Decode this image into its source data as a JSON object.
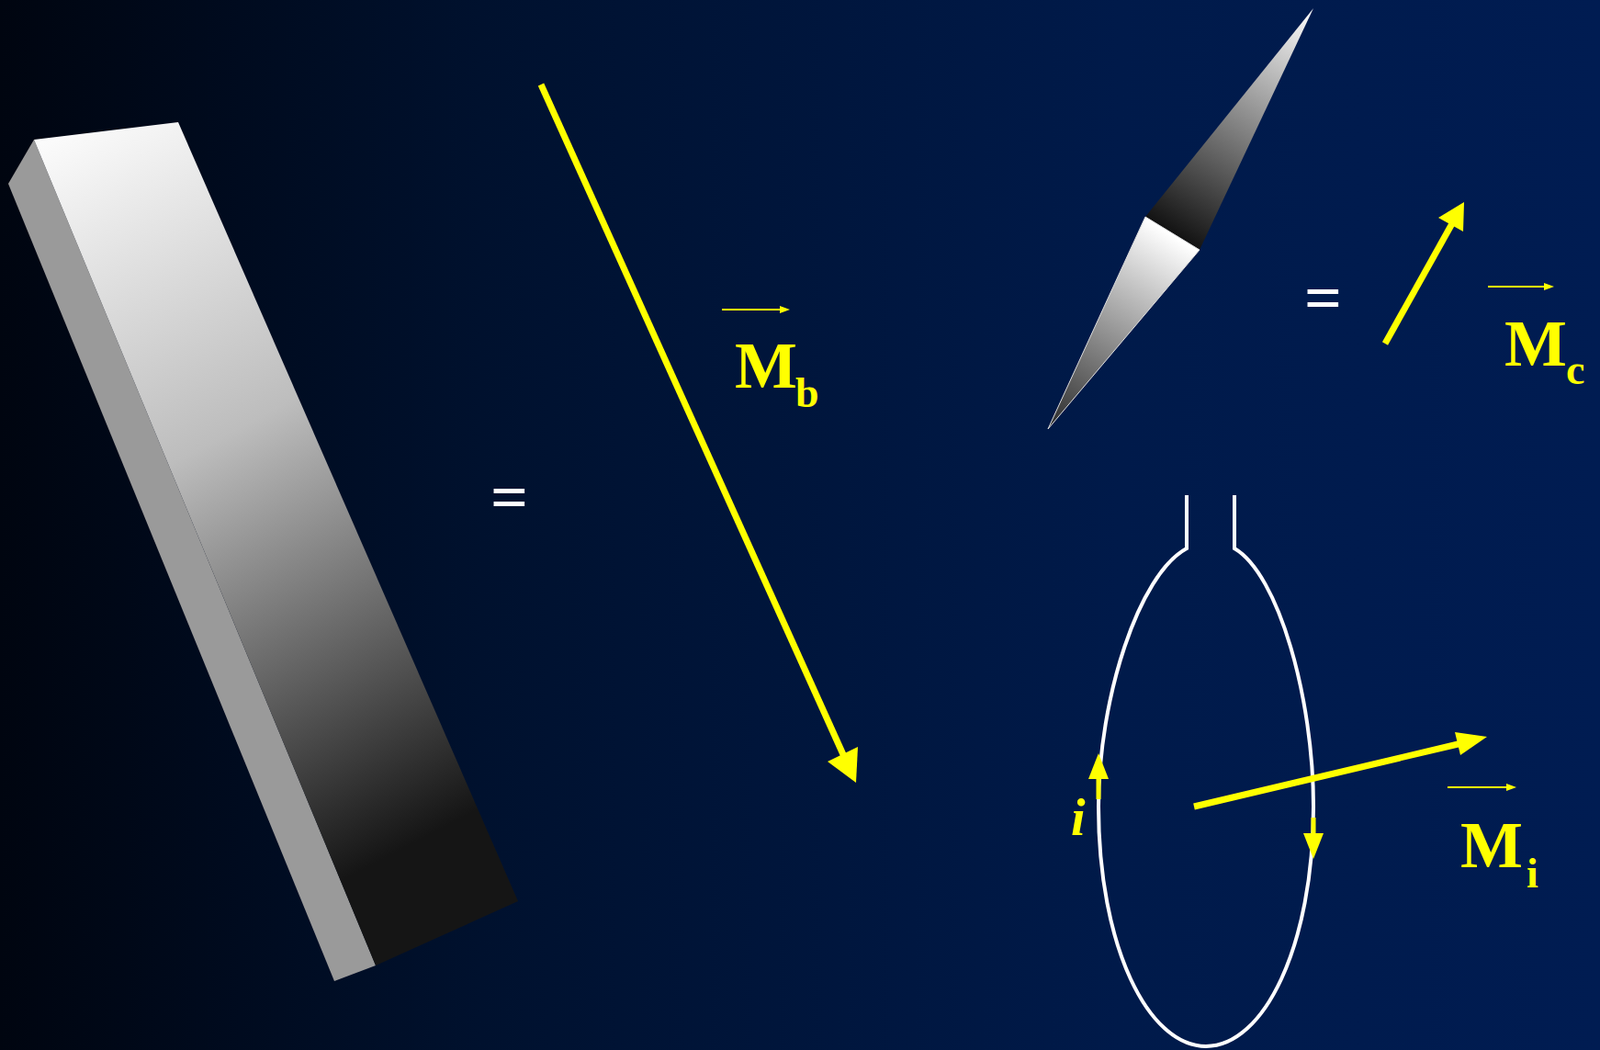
{
  "diagram": {
    "labels": [
      "=",
      "M",
      "b",
      "=",
      "M",
      "c",
      "i",
      "M",
      "i"
    ]
  }
}
